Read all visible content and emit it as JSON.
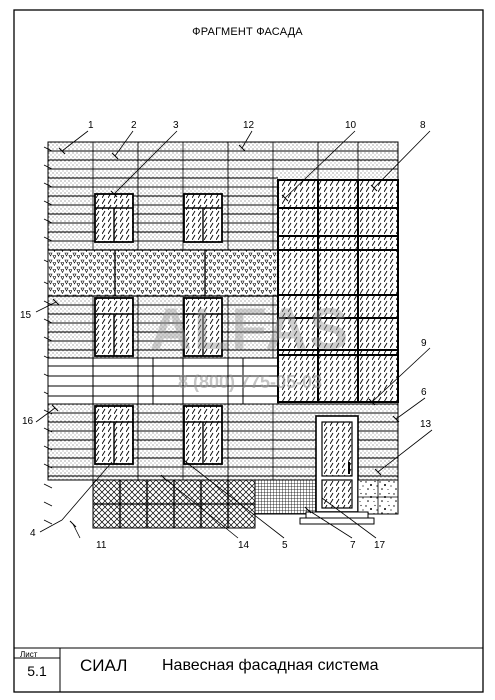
{
  "title": "ФРАГМЕНТ ФАСАДА",
  "callouts": {
    "c1": "1",
    "c2": "2",
    "c3": "3",
    "c4": "4",
    "c5": "5",
    "c6": "6",
    "c7": "7",
    "c8": "8",
    "c9": "9",
    "c10": "10",
    "c11": "11",
    "c12": "12",
    "c13": "13",
    "c14": "14",
    "c15": "15",
    "c16": "16",
    "c17": "17"
  },
  "stamp": {
    "sheet_label": "Лист",
    "sheet_number": "5.1",
    "organization": "СИАЛ",
    "drawing_name": "Навесная фасадная система"
  },
  "watermark": {
    "brand": "ALFAS",
    "phone": "8 (800) 775-05-03"
  }
}
